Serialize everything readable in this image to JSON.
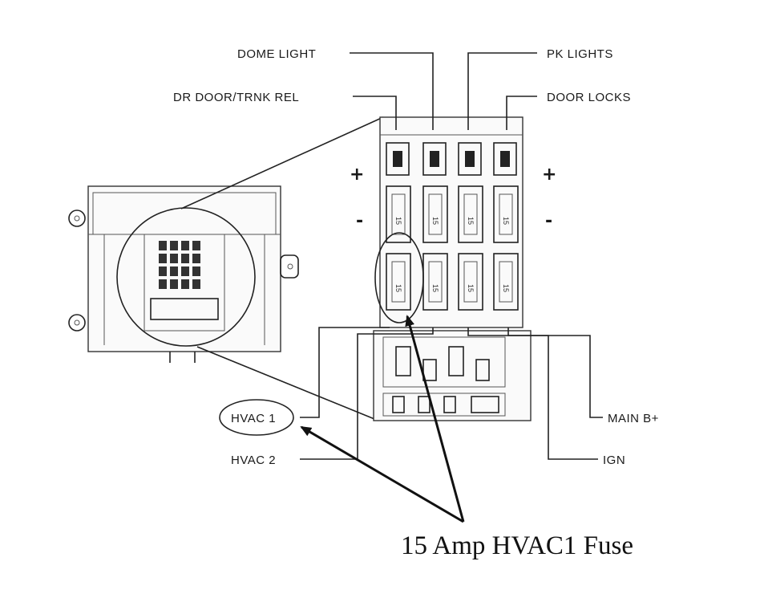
{
  "labels": {
    "dome_light": "DOME LIGHT",
    "pk_lights": "PK LIGHTS",
    "dr_door": "DR DOOR/TRNK REL",
    "door_locks": "DOOR LOCKS",
    "main_b": "MAIN B+",
    "ign": "IGN",
    "hvac1": "HVAC 1",
    "hvac2": "HVAC 2"
  },
  "signs": {
    "plus": "+",
    "minus": "-"
  },
  "fuse_values": {
    "row2": [
      "15",
      "15",
      "15",
      "15"
    ],
    "row3": [
      "15",
      "15",
      "15",
      "15"
    ]
  },
  "caption": "15 Amp HVAC1 Fuse"
}
